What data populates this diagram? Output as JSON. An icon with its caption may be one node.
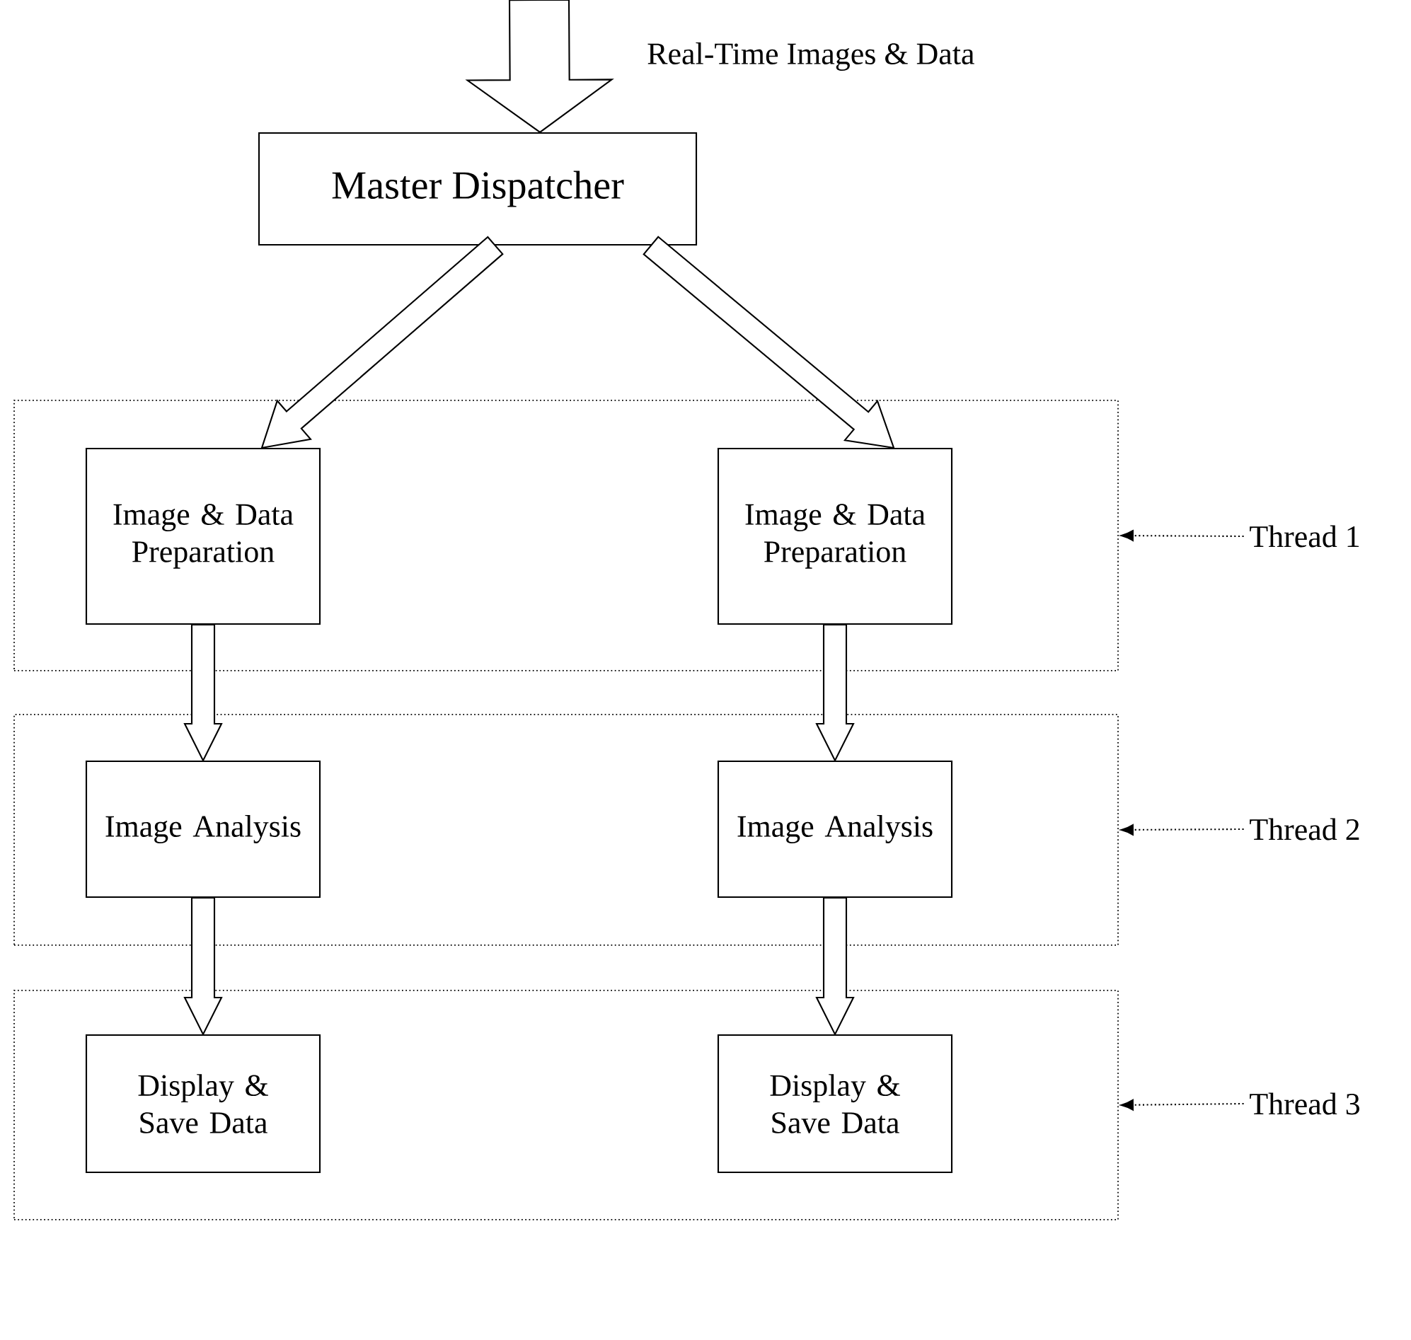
{
  "diagram": {
    "nodes": [
      {
        "text": [
          "Master Dispatcher"
        ]
      },
      {
        "text": [],
        "shape": "box"
      },
      {
        "text": [
          "Image & Data Preparation"
        ],
        "in": 1
      },
      {
        "text": [
          "Image & Data Preparation"
        ],
        "in": 1
      },
      {
        "text": [],
        "shape": "box"
      },
      {
        "text": [
          "Image Analysis"
        ],
        "in": 4
      },
      {
        "text": [
          "Image Analysis"
        ],
        "in": 4
      },
      {
        "text": [],
        "shape": "box"
      },
      {
        "text": [
          "Display & Save Data"
        ],
        "in": 7
      },
      {
        "text": [
          "Display & Save Data"
        ],
        "in": 7
      },
      {
        "text": [
          "Thread 1"
        ]
      },
      {
        "text": [
          "Thread 2"
        ]
      },
      {
        "text": [
          "Thread 3"
        ]
      }
    ],
    "edges": [
      {
        "from": null,
        "to": 0,
        "arrow": "to",
        "label": "Real-Time Images & Data"
      },
      {
        "from": 0,
        "to": 2,
        "arrow": "to"
      },
      {
        "from": 0,
        "to": 3,
        "arrow": "to"
      },
      {
        "from": 2,
        "to": 5,
        "arrow": "to"
      },
      {
        "from": 3,
        "to": 6,
        "arrow": "to"
      },
      {
        "from": 5,
        "to": 8,
        "arrow": "to"
      },
      {
        "from": 6,
        "to": 9,
        "arrow": "to"
      },
      {
        "from": 10,
        "to": 1,
        "arrow": "to",
        "style": "dashed"
      },
      {
        "from": 11,
        "to": 4,
        "arrow": "to",
        "style": "dashed"
      },
      {
        "from": 12,
        "to": 7,
        "arrow": "to",
        "style": "dashed"
      }
    ]
  }
}
